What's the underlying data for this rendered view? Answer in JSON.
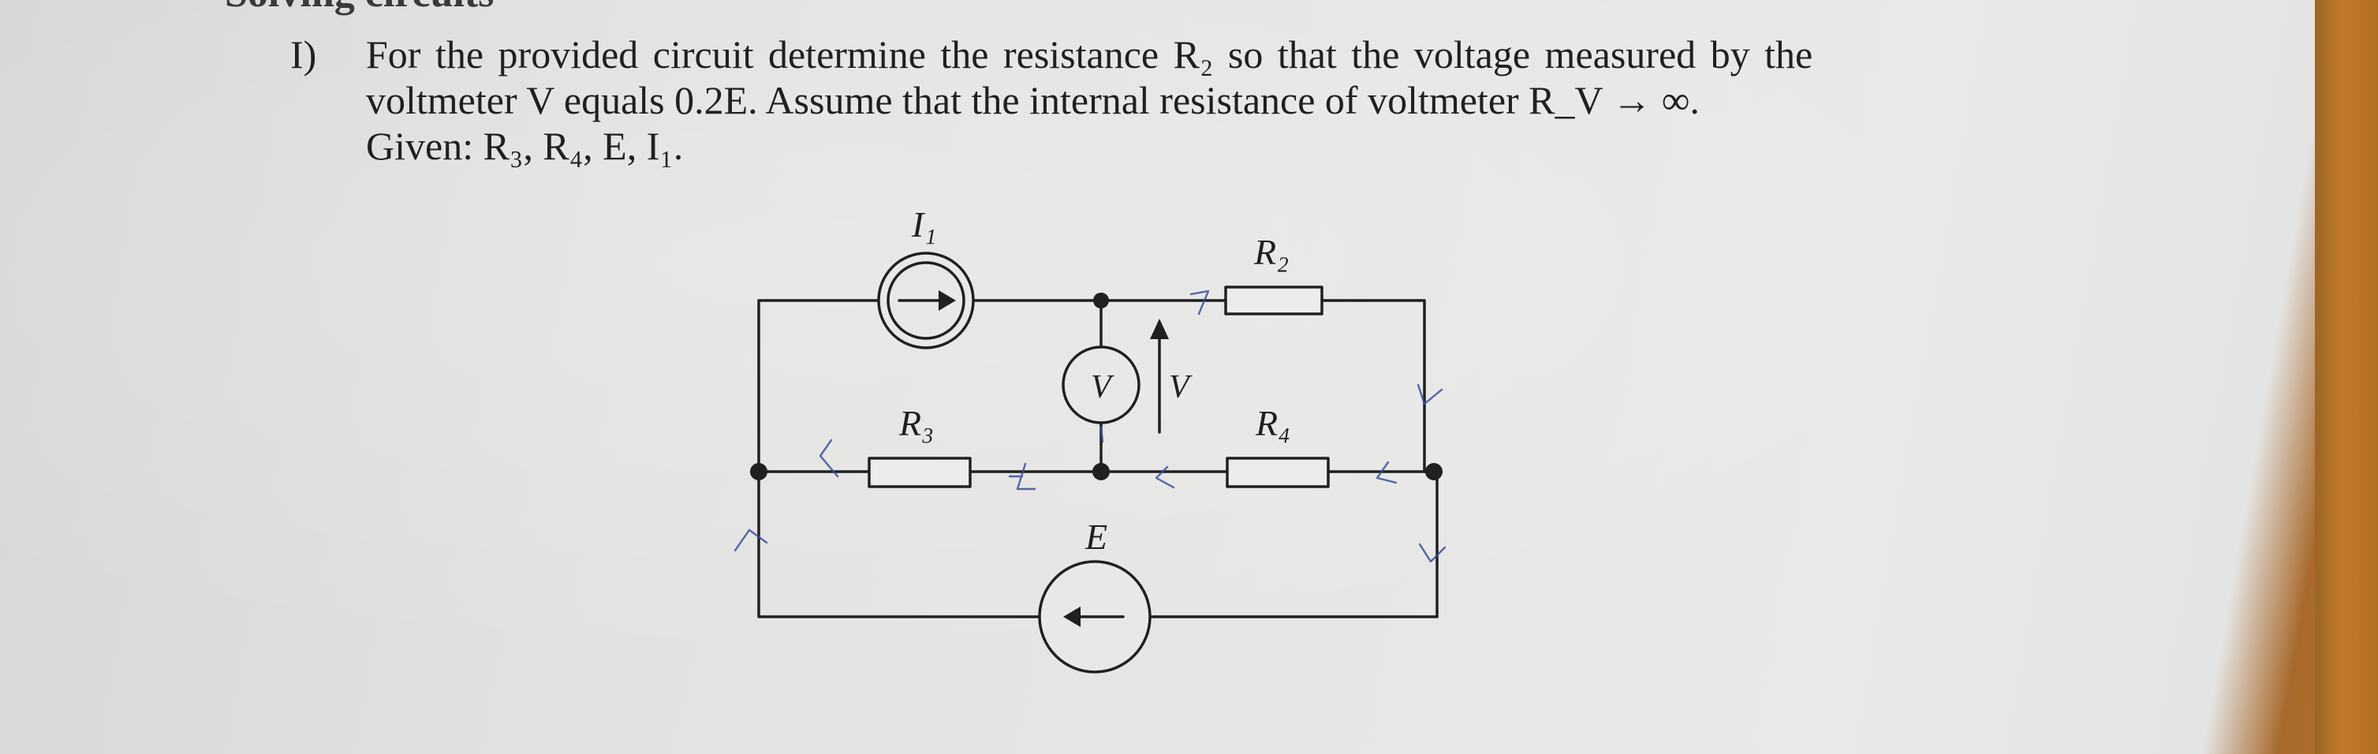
{
  "header_fragment": "Solving circuits",
  "problem": {
    "number": "I)",
    "line1": "For the provided circuit determine the resistance R₂ so that the voltage measured by the",
    "line2": "voltmeter V equals 0.2E. Assume that the internal resistance of voltmeter R_V → ∞.",
    "line3": "Given: R₃, R₄, E, I₁."
  },
  "circuit": {
    "current_source_label": "I₁",
    "r2_label": "R₂",
    "r3_label": "R₃",
    "r4_label": "R₄",
    "voltmeter_symbol": "V",
    "voltage_arrow_label": "V",
    "voltage_source_label": "E"
  },
  "colors": {
    "ink": "#202020",
    "pen": "#3a4f9a",
    "paper": "#e6e6e5",
    "edge": "#b87527"
  }
}
